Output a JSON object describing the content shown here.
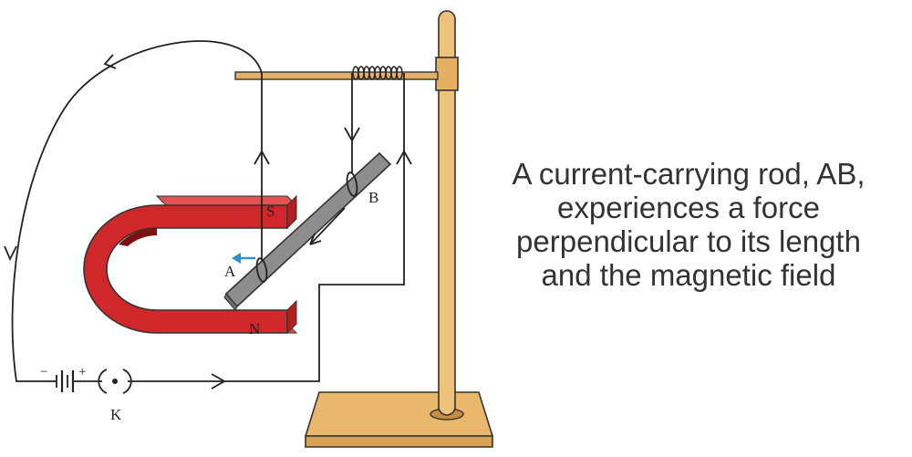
{
  "diagram": {
    "caption_lines": [
      "A current-carrying rod, AB,",
      "experiences a force",
      "perpendicular to its length",
      "and the magnetic field"
    ],
    "labels": {
      "rod_end_a": "A",
      "rod_end_b": "B",
      "south_pole": "S",
      "north_pole": "N",
      "key": "K",
      "battery_minus": "−",
      "battery_plus": "+"
    },
    "colors": {
      "magnet": "#d0272a",
      "magnet_inner": "#7a1214",
      "rod": "#8d8d8d",
      "stand_wood": "#efc27a",
      "force_arrow": "#2b8fd6",
      "wire": "#222222"
    }
  }
}
